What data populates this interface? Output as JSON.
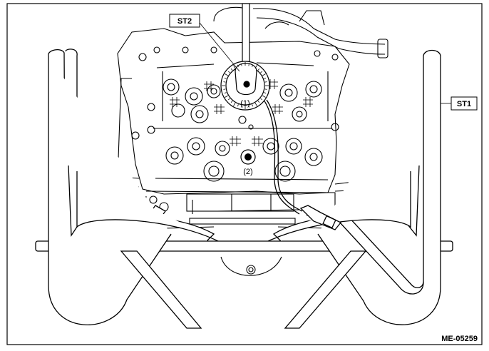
{
  "labels": {
    "st2": "ST2",
    "st1": "ST1",
    "part1": "(1)",
    "part2": "(2)"
  },
  "figure_code": "ME-05259",
  "colors": {
    "line": "#000000",
    "background": "#ffffff"
  }
}
